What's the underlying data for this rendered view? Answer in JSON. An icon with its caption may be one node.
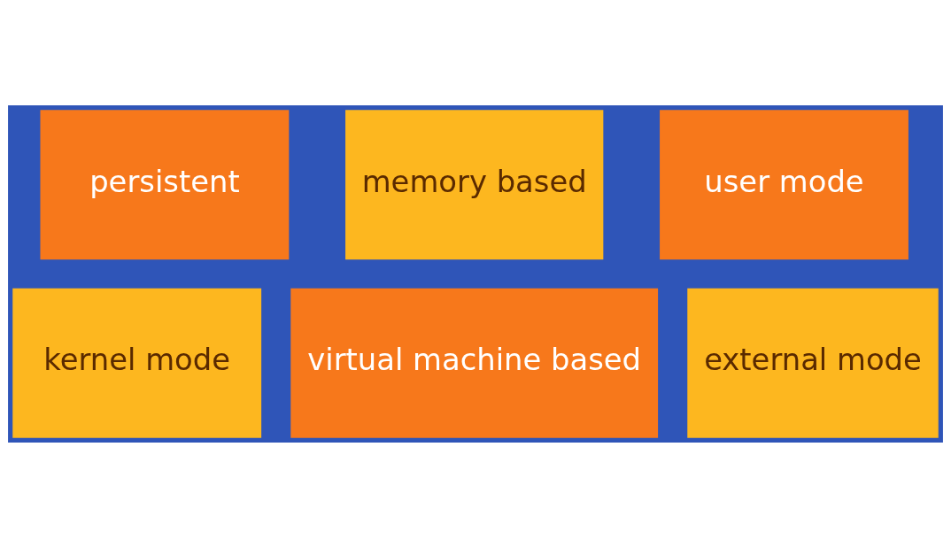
{
  "diagram": {
    "nodes": [
      {
        "text": [
          "persistent"
        ]
      },
      {
        "text": [
          "memory based"
        ]
      },
      {
        "text": [
          "user mode"
        ]
      },
      {
        "text": [
          "kernel mode"
        ]
      },
      {
        "text": [
          "virtual machine based"
        ]
      },
      {
        "text": [
          "external mode"
        ]
      }
    ]
  }
}
